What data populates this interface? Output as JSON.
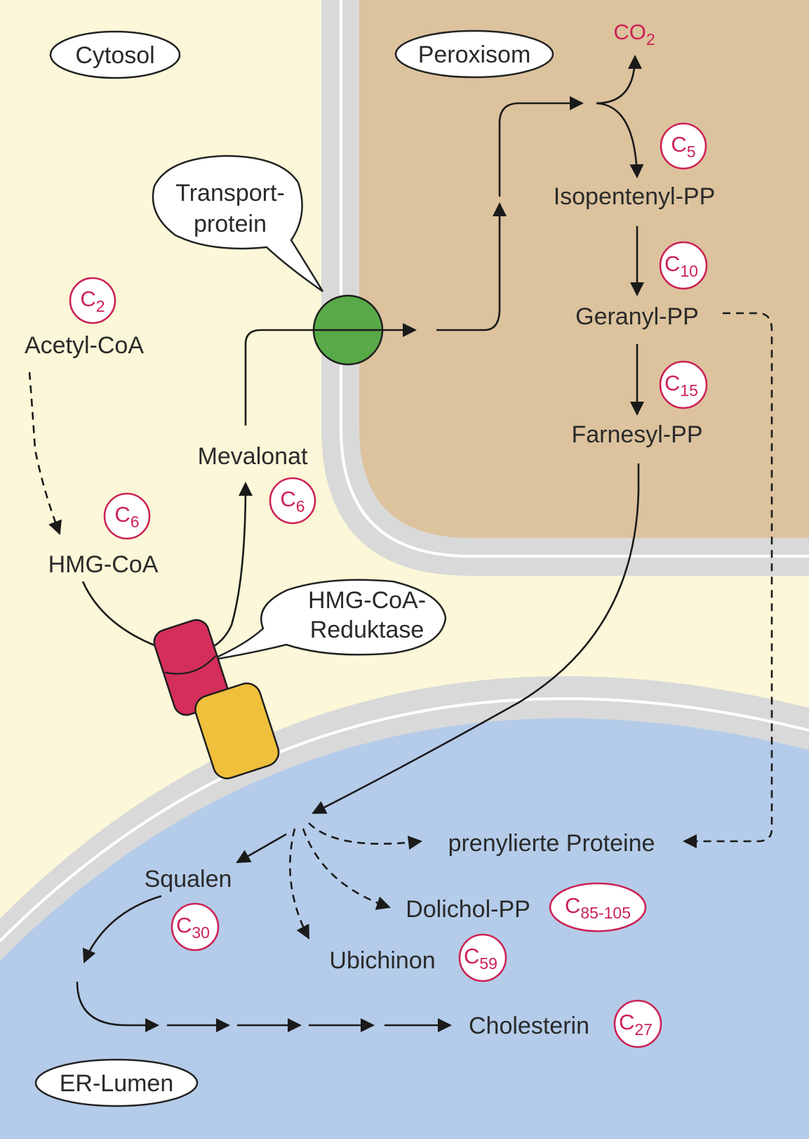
{
  "compartments": {
    "cytosol": "Cytosol",
    "peroxisome": "Peroxisom",
    "er_lumen": "ER-Lumen"
  },
  "callouts": {
    "transport_line1": "Transport-",
    "transport_line2": "protein",
    "reductase_line1": "HMG-CoA-",
    "reductase_line2": "Reduktase"
  },
  "metabolites": {
    "acetyl_coa": "Acetyl-CoA",
    "hmg_coa": "HMG-CoA",
    "mevalonat": "Mevalonat",
    "isopentenyl_pp": "Isopentenyl-PP",
    "geranyl_pp": "Geranyl-PP",
    "farnesyl_pp": "Farnesyl-PP",
    "squalen": "Squalen",
    "ubichinon": "Ubichinon",
    "dolichol_pp": "Dolichol-PP",
    "prenylierte_proteine": "prenylierte Proteine",
    "cholesterin": "Cholesterin"
  },
  "carbon_badges": {
    "c2": {
      "c": "C",
      "n": "2"
    },
    "c6_hmg": {
      "c": "C",
      "n": "6"
    },
    "c6_mev": {
      "c": "C",
      "n": "6"
    },
    "c5": {
      "c": "C",
      "n": "5"
    },
    "c10": {
      "c": "C",
      "n": "10"
    },
    "c15": {
      "c": "C",
      "n": "15"
    },
    "c30": {
      "c": "C",
      "n": "30"
    },
    "c59": {
      "c": "C",
      "n": "59"
    },
    "c85_105": {
      "c": "C",
      "n": "85-105"
    },
    "c27": {
      "c": "C",
      "n": "27"
    }
  },
  "co2": {
    "c": "CO",
    "n": "2"
  },
  "colors": {
    "cytosol": "#fbf7d8",
    "peroxisome": "#dcc39e",
    "er_lumen": "#b4cce9",
    "membrane": "#d8d8d8",
    "transport_protein": "#58a948",
    "reductase_top": "#d42e5a",
    "reductase_bottom": "#f0c03c",
    "carbon_label": "#cc2255"
  }
}
